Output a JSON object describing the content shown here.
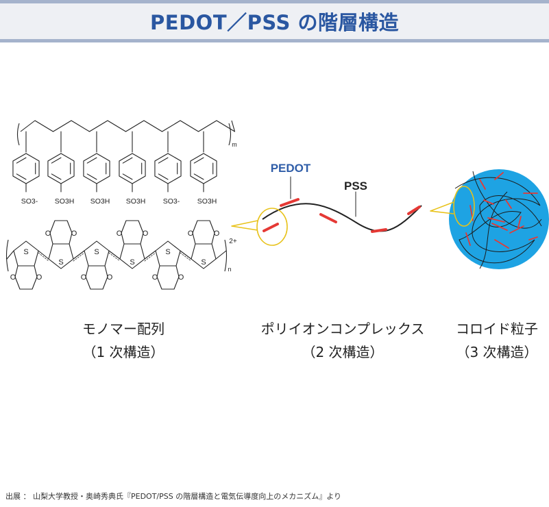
{
  "title": "PEDOT／PSS の階層構造",
  "structure": {
    "sulfonate_groups": [
      "SO3-",
      "SO3H",
      "SO3H",
      "SO3H",
      "SO3-",
      "SO3H"
    ],
    "subscript_m": "m",
    "subscript_n": "n",
    "charge": "2+",
    "ring_atom_s": "S",
    "ring_atom_o": "O"
  },
  "complex_labels": {
    "pedot": "PEDOT",
    "pss": "PSS"
  },
  "colors": {
    "title": "#2a57a1",
    "pedot_label": "#2f5da8",
    "pedot_segment": "#e53935",
    "callout": "#e8c21a",
    "particle": "#1ea3e3"
  },
  "captions": [
    {
      "line1": "モノマー配列",
      "line2": "（1 次構造）"
    },
    {
      "line1": "ポリイオンコンプレックス",
      "line2": "（2 次構造）"
    },
    {
      "line1": "コロイド粒子",
      "line2": "（3 次構造）"
    }
  ],
  "source": "出展 ： 山梨大学教授・奥崎秀典氏『PEDOT/PSS の階層構造と電気伝導度向上のメカニズム』より"
}
